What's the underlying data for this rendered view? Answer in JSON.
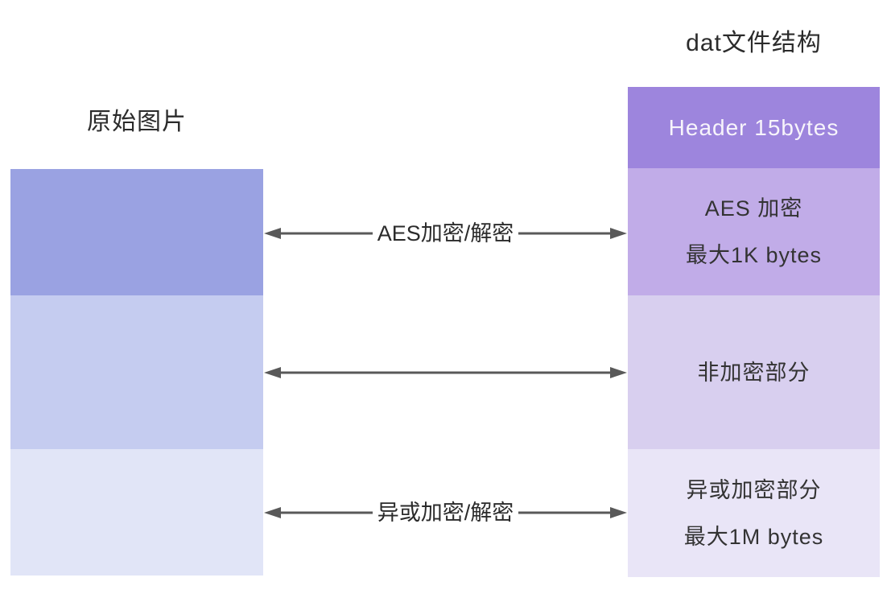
{
  "diagram": {
    "title_right": "dat文件结构",
    "title_left": "原始图片",
    "title_color": "#2b2b2b",
    "arrow_color": "#595959",
    "label_color": "#2b2b2b",
    "original_image": {
      "segments": [
        {
          "name": "top-segment",
          "bg": "#9aa2e2"
        },
        {
          "name": "middle-segment",
          "bg": "#c5ccf0"
        },
        {
          "name": "bottom-segment",
          "bg": "#e1e5f7"
        }
      ]
    },
    "dat_file": {
      "blocks": [
        {
          "lines": [
            "Header 15bytes"
          ],
          "bg": "#9d85dd",
          "text_color": "#f7f4fb"
        },
        {
          "lines": [
            "AES 加密",
            "最大1K bytes"
          ],
          "bg": "#c1ace8",
          "text_color": "#333333"
        },
        {
          "lines": [
            "非加密部分"
          ],
          "bg": "#d8cfef",
          "text_color": "#333333"
        },
        {
          "lines": [
            "异或加密部分",
            "最大1M bytes"
          ],
          "bg": "#e9e5f7",
          "text_color": "#333333"
        }
      ]
    },
    "arrows": [
      {
        "label": "AES加密/解密"
      },
      {
        "label": ""
      },
      {
        "label": "异或加密/解密"
      }
    ]
  }
}
